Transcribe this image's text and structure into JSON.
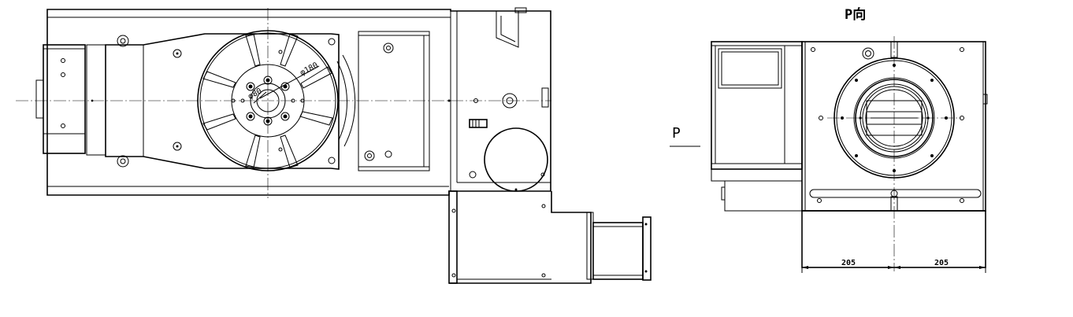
{
  "view_label": "P向",
  "section_label": "P",
  "dimensions": {
    "table_diameter": "φ180",
    "center_bore": "φ80",
    "dim_left": "205",
    "dim_right": "205"
  },
  "colors": {
    "line": "#000000",
    "background": "#ffffff"
  }
}
